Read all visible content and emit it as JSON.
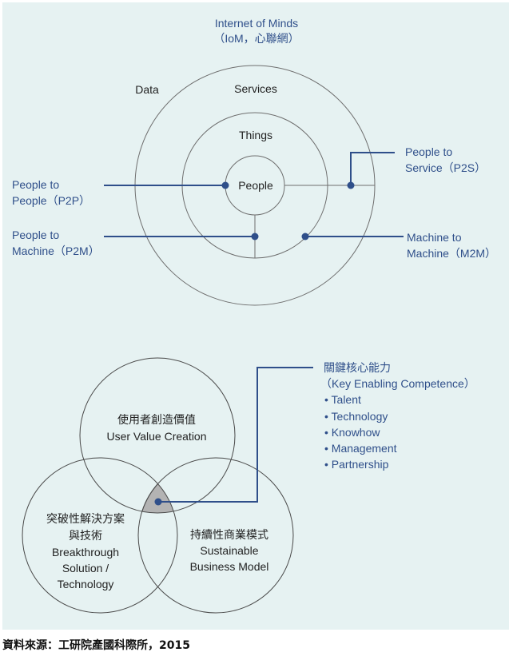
{
  "colors": {
    "panel": "#e6f2f2",
    "accent": "#2f4f8a",
    "line": "#6e6e6e",
    "text": "#222222"
  },
  "iom": {
    "title": "Internet of Minds",
    "subtitle": "（IoM，心聯網）",
    "rings": {
      "outer": "Data",
      "middle": "Services",
      "inner": "Things",
      "core": "People"
    },
    "links": [
      {
        "id": "p2p",
        "line1": "People to",
        "line2": "People（P2P）"
      },
      {
        "id": "p2m",
        "line1": "People to",
        "line2": "Machine（P2M）"
      },
      {
        "id": "p2s",
        "line1": "People to",
        "line2": "Service（P2S）"
      },
      {
        "id": "m2m",
        "line1": "Machine to",
        "line2": "Machine（M2M）"
      }
    ]
  },
  "venn": {
    "top": {
      "zh": "使用者創造價值",
      "en": "User Value Creation"
    },
    "left": {
      "zh1": "突破性解決方案",
      "zh2": "與技術",
      "en1": "Breakthrough",
      "en2": "Solution /",
      "en3": "Technology"
    },
    "right": {
      "zh": "持續性商業模式",
      "en1": "Sustainable",
      "en2": "Business Model"
    },
    "callout": {
      "title_zh": "關鍵核心能力",
      "title_en": "（Key Enabling Competence）",
      "items": [
        "• Talent",
        "• Technology",
        "• Knowhow",
        "• Management",
        "• Partnership"
      ]
    }
  },
  "source": "資料來源：工研院產國科際所，2015"
}
